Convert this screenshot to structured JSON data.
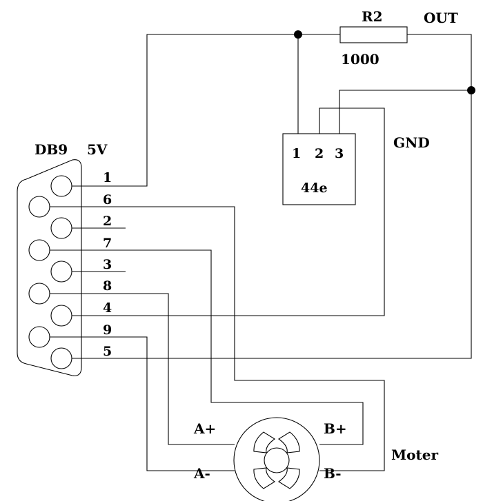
{
  "connector": {
    "name": "DB9",
    "voltage": "5V",
    "pins": [
      "1",
      "6",
      "2",
      "7",
      "3",
      "8",
      "4",
      "9",
      "5"
    ]
  },
  "resistor": {
    "name": "R2",
    "value": "1000"
  },
  "output_label": "OUT",
  "ground_label": "GND",
  "sensor": {
    "pins": [
      "1",
      "2",
      "3"
    ],
    "part": "44e"
  },
  "motor": {
    "label": "Moter",
    "terminals": {
      "a_plus": "A+",
      "a_minus": "A-",
      "b_plus": "B+",
      "b_minus": "B-"
    }
  }
}
